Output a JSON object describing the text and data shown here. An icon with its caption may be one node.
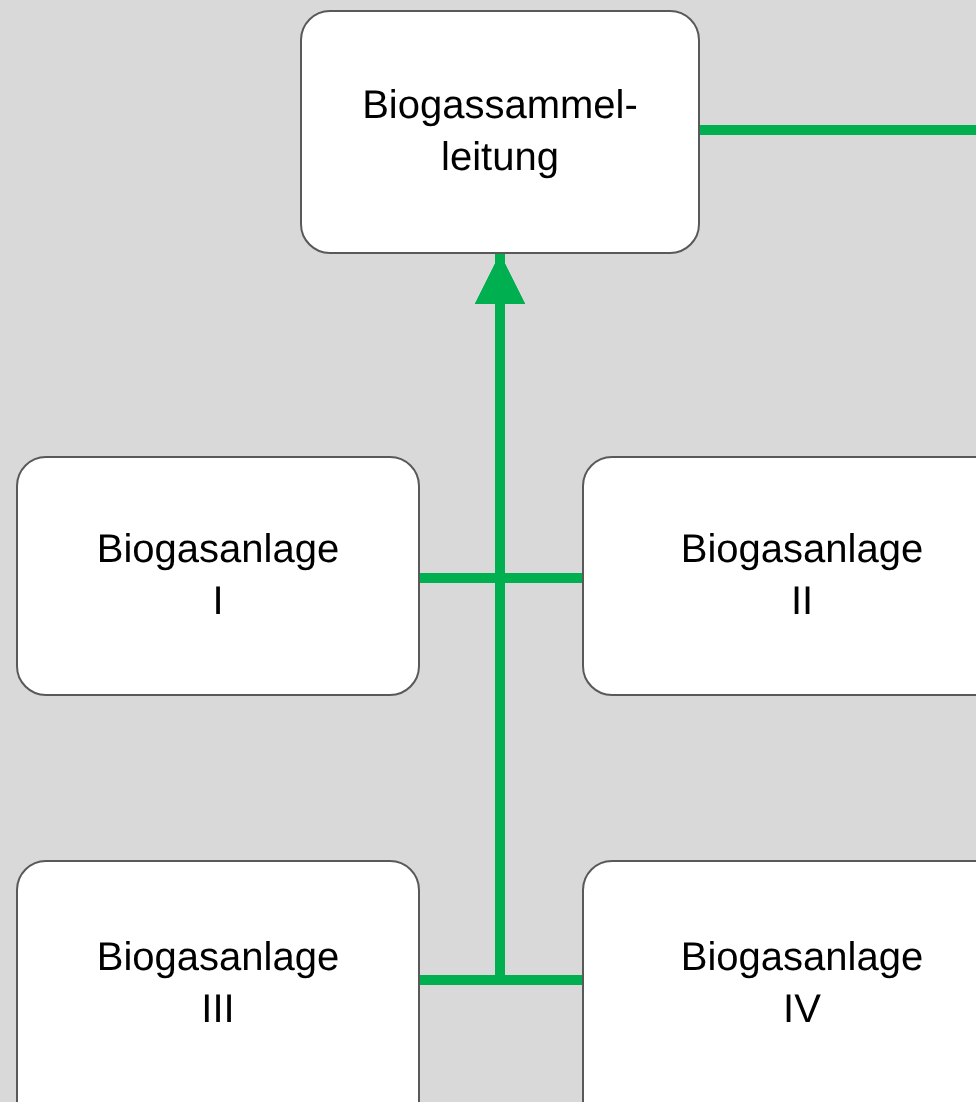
{
  "diagram": {
    "nodes": [
      {
        "text": [
          "Biogassammel- leitung"
        ]
      },
      {
        "text": [
          "Biogasanlage I"
        ]
      },
      {
        "text": [
          "Biogasanlage II"
        ]
      },
      {
        "text": [
          "Biogasanlage III"
        ]
      },
      {
        "text": [
          "Biogasanlage IV"
        ]
      }
    ],
    "edges": [
      {
        "from": 0,
        "to": null,
        "arrow": "none"
      },
      {
        "from": 1,
        "to": 0,
        "arrow": "to"
      },
      {
        "from": 2,
        "to": 0,
        "arrow": "to"
      },
      {
        "from": 3,
        "to": 0,
        "arrow": "to"
      },
      {
        "from": 4,
        "to": 0,
        "arrow": "to"
      }
    ]
  }
}
